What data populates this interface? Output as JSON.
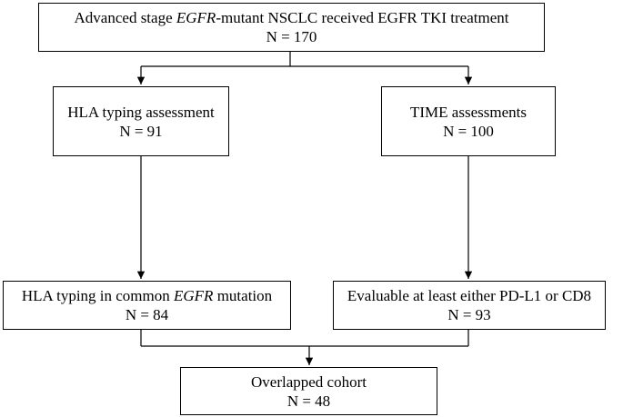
{
  "nodes": {
    "top": {
      "line1_pre": "Advanced stage ",
      "line1_em": "EGFR",
      "line1_post": "-mutant NSCLC received EGFR TKI treatment",
      "line2": "N = 170"
    },
    "hla_typing": {
      "line1": "HLA typing assessment",
      "line2": "N = 91"
    },
    "time": {
      "line1": "TIME assessments",
      "line2": "N = 100"
    },
    "hla_common": {
      "line1_pre": "HLA typing in common ",
      "line1_em": "EGFR",
      "line1_post": " mutation",
      "line2": "N = 84"
    },
    "evaluable": {
      "line1": "Evaluable at least either PD-L1 or CD8",
      "line2": "N = 93"
    },
    "overlapped": {
      "line1": "Overlapped cohort",
      "line2": "N = 48"
    }
  },
  "colors": {
    "stroke": "#000000",
    "background": "#ffffff"
  }
}
